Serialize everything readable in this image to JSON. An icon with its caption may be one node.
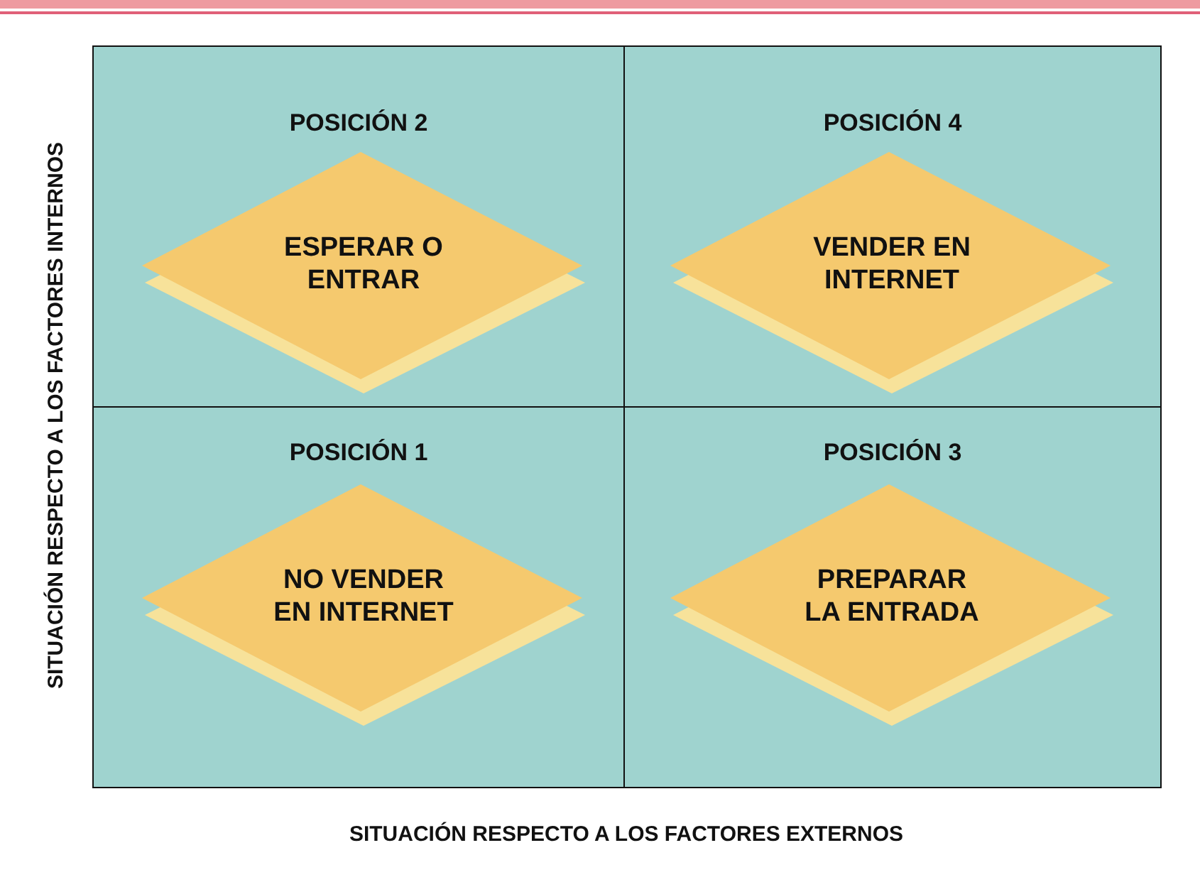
{
  "diagram": {
    "nodes": [
      {
        "text": [
          "POSICIÓN 2"
        ]
      },
      {
        "text": [
          "ESPERAR O ENTRAR"
        ],
        "in": 0
      },
      {
        "text": [
          "POSICIÓN 4"
        ]
      },
      {
        "text": [
          "VENDER EN INTERNET"
        ],
        "in": 2
      },
      {
        "text": [
          "POSICIÓN 1"
        ]
      },
      {
        "text": [
          "NO VENDER EN INTERNET"
        ],
        "in": 4
      },
      {
        "text": [
          "POSICIÓN 3"
        ]
      },
      {
        "text": [
          "PREPARAR LA ENTRADA"
        ],
        "in": 6
      }
    ],
    "labels": [
      "SITUACIÓN RESPECTO A LOS FACTORES INTERNOS",
      "SITUACIÓN RESPECTO A LOS FACTORES EXTERNOS"
    ]
  }
}
